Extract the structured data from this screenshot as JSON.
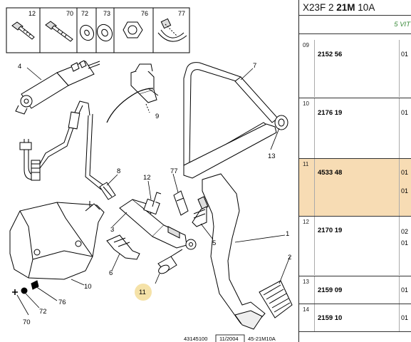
{
  "header_parts": [
    {
      "num": "12",
      "icon": "bolt-icon"
    },
    {
      "num": "70",
      "icon": "bolt-icon"
    },
    {
      "num": "72",
      "icon": "washer-icon"
    },
    {
      "num": "73",
      "icon": "washer-icon"
    },
    {
      "num": "76",
      "icon": "nut-icon"
    },
    {
      "num": "77",
      "icon": "clip-icon"
    }
  ],
  "callouts": {
    "c1": "1",
    "c2": "2",
    "c3": "3",
    "c4": "4",
    "c5": "5",
    "c6": "6",
    "c7": "7",
    "c8": "8",
    "c9": "9",
    "c10": "10",
    "c11": "11",
    "c12": "12",
    "c13": "13",
    "c70": "70",
    "c72": "72",
    "c76": "76",
    "c77": "77"
  },
  "footer": {
    "ref": "43145100",
    "date": "11/2004",
    "code": "45-21M10A"
  },
  "panel": {
    "title_pre": "X23F 2 ",
    "title_bold": "21M",
    "title_post": " 10A",
    "subtitle": "5 VIT",
    "rows": [
      {
        "index": "09",
        "ref": "2152 56",
        "qty": [
          "01"
        ],
        "highlight": false
      },
      {
        "index": "10",
        "ref": "2176 19",
        "qty": [
          "01"
        ],
        "highlight": false
      },
      {
        "index": "11",
        "ref": "4533 48",
        "qty": [
          "01",
          "01"
        ],
        "highlight": true
      },
      {
        "index": "12",
        "ref": "2170 19",
        "qty": [
          "02",
          "01"
        ],
        "highlight": false
      },
      {
        "index": "13",
        "ref": "2159 09",
        "qty": [
          "01"
        ],
        "highlight": false
      },
      {
        "index": "14",
        "ref": "2159 10",
        "qty": [
          "01"
        ],
        "highlight": false
      }
    ]
  },
  "colors": {
    "highlight_row": "#f7dcb4",
    "hotspot": "#f5e2a8",
    "subtitle": "#3a8a3a"
  }
}
